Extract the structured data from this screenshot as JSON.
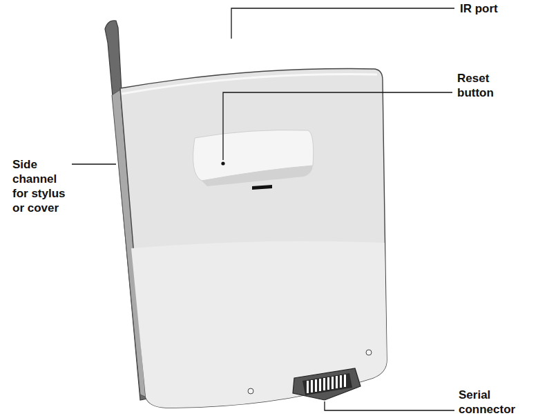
{
  "diagram": {
    "labels": [
      "IR port",
      "Reset button",
      "Side channel for stylus or cover",
      "Serial connector"
    ]
  }
}
